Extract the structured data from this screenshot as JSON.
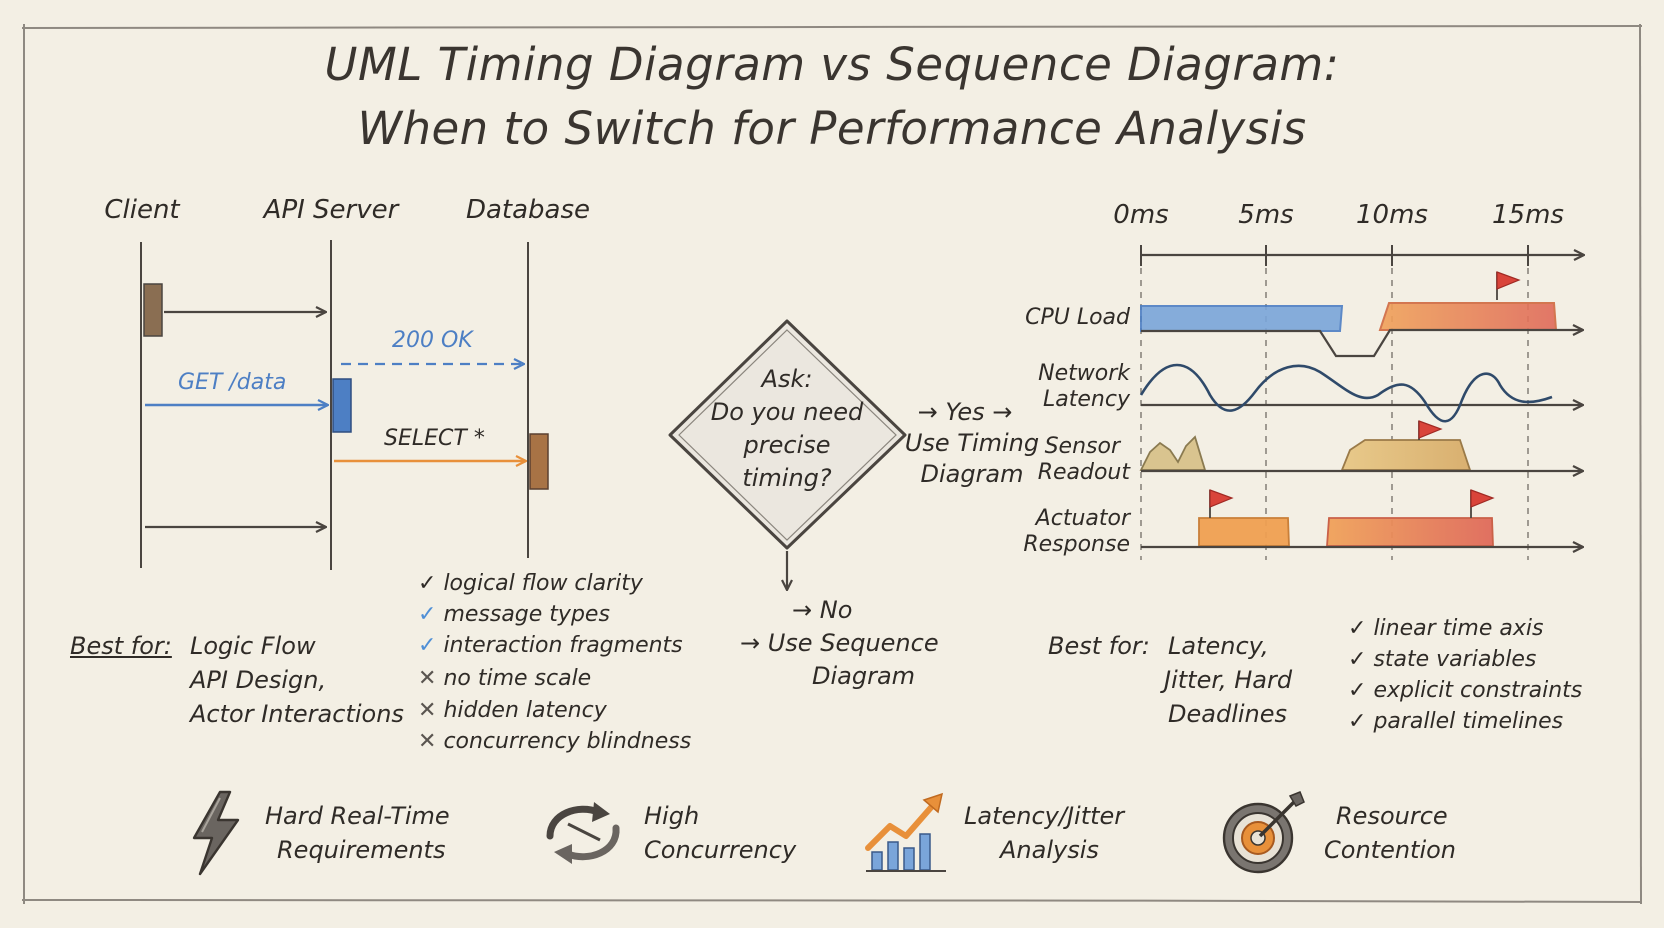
{
  "title": {
    "line1": "UML Timing Diagram vs Sequence Diagram:",
    "line2": "When to Switch for Performance Analysis"
  },
  "sequence": {
    "lifelines": [
      "Client",
      "API Server",
      "Database"
    ],
    "messages": {
      "ok": "200 OK",
      "get": "GET /data",
      "select": "SELECT *"
    },
    "best_for": {
      "label": "Best for:",
      "line1": "Logic Flow",
      "line2": "API Design,",
      "line3": "Actor Interactions"
    },
    "pros": [
      "logical flow clarity",
      "message types",
      "interaction fragments"
    ],
    "cons": [
      "no time scale",
      "hidden latency",
      "concurrency blindness"
    ]
  },
  "decision": {
    "question": [
      "Ask:",
      "Do you need",
      "precise",
      "timing?"
    ],
    "yes_label": "→ Yes →",
    "yes_result": [
      "Use Timing",
      "Diagram"
    ],
    "no_label": "→ No",
    "no_result": [
      "→ Use Sequence",
      "Diagram"
    ]
  },
  "timing": {
    "ticks": [
      "0ms",
      "5ms",
      "10ms",
      "15ms"
    ],
    "signals": [
      {
        "label": [
          "CPU Load"
        ]
      },
      {
        "label": [
          "Network",
          "Latency"
        ]
      },
      {
        "label": [
          "Sensor",
          "Readout"
        ]
      },
      {
        "label": [
          "Actuator",
          "Response"
        ]
      }
    ],
    "best_for": {
      "label": "Best for:",
      "line1": "Latency,",
      "line2": "Jitter, Hard",
      "line3": "Deadlines"
    },
    "pros": [
      "linear time axis",
      "state variables",
      "explicit constraints",
      "parallel timelines"
    ]
  },
  "use_cases": [
    {
      "icon": "lightning-icon",
      "lines": [
        "Hard Real-Time",
        "Requirements"
      ]
    },
    {
      "icon": "cycle-arrows-icon",
      "lines": [
        "High",
        "Concurrency"
      ]
    },
    {
      "icon": "rising-chart-icon",
      "lines": [
        "Latency/Jitter",
        "Analysis"
      ]
    },
    {
      "icon": "target-icon",
      "lines": [
        "Resource",
        "Contention"
      ]
    }
  ],
  "colors": {
    "background": "#f3efe4",
    "ink": "#2f2b27",
    "blue": "#4d7fc4",
    "orange": "#e8903a",
    "red": "#d9443a",
    "brown": "#8a6e52",
    "check_blue": "#4f8fd6"
  }
}
